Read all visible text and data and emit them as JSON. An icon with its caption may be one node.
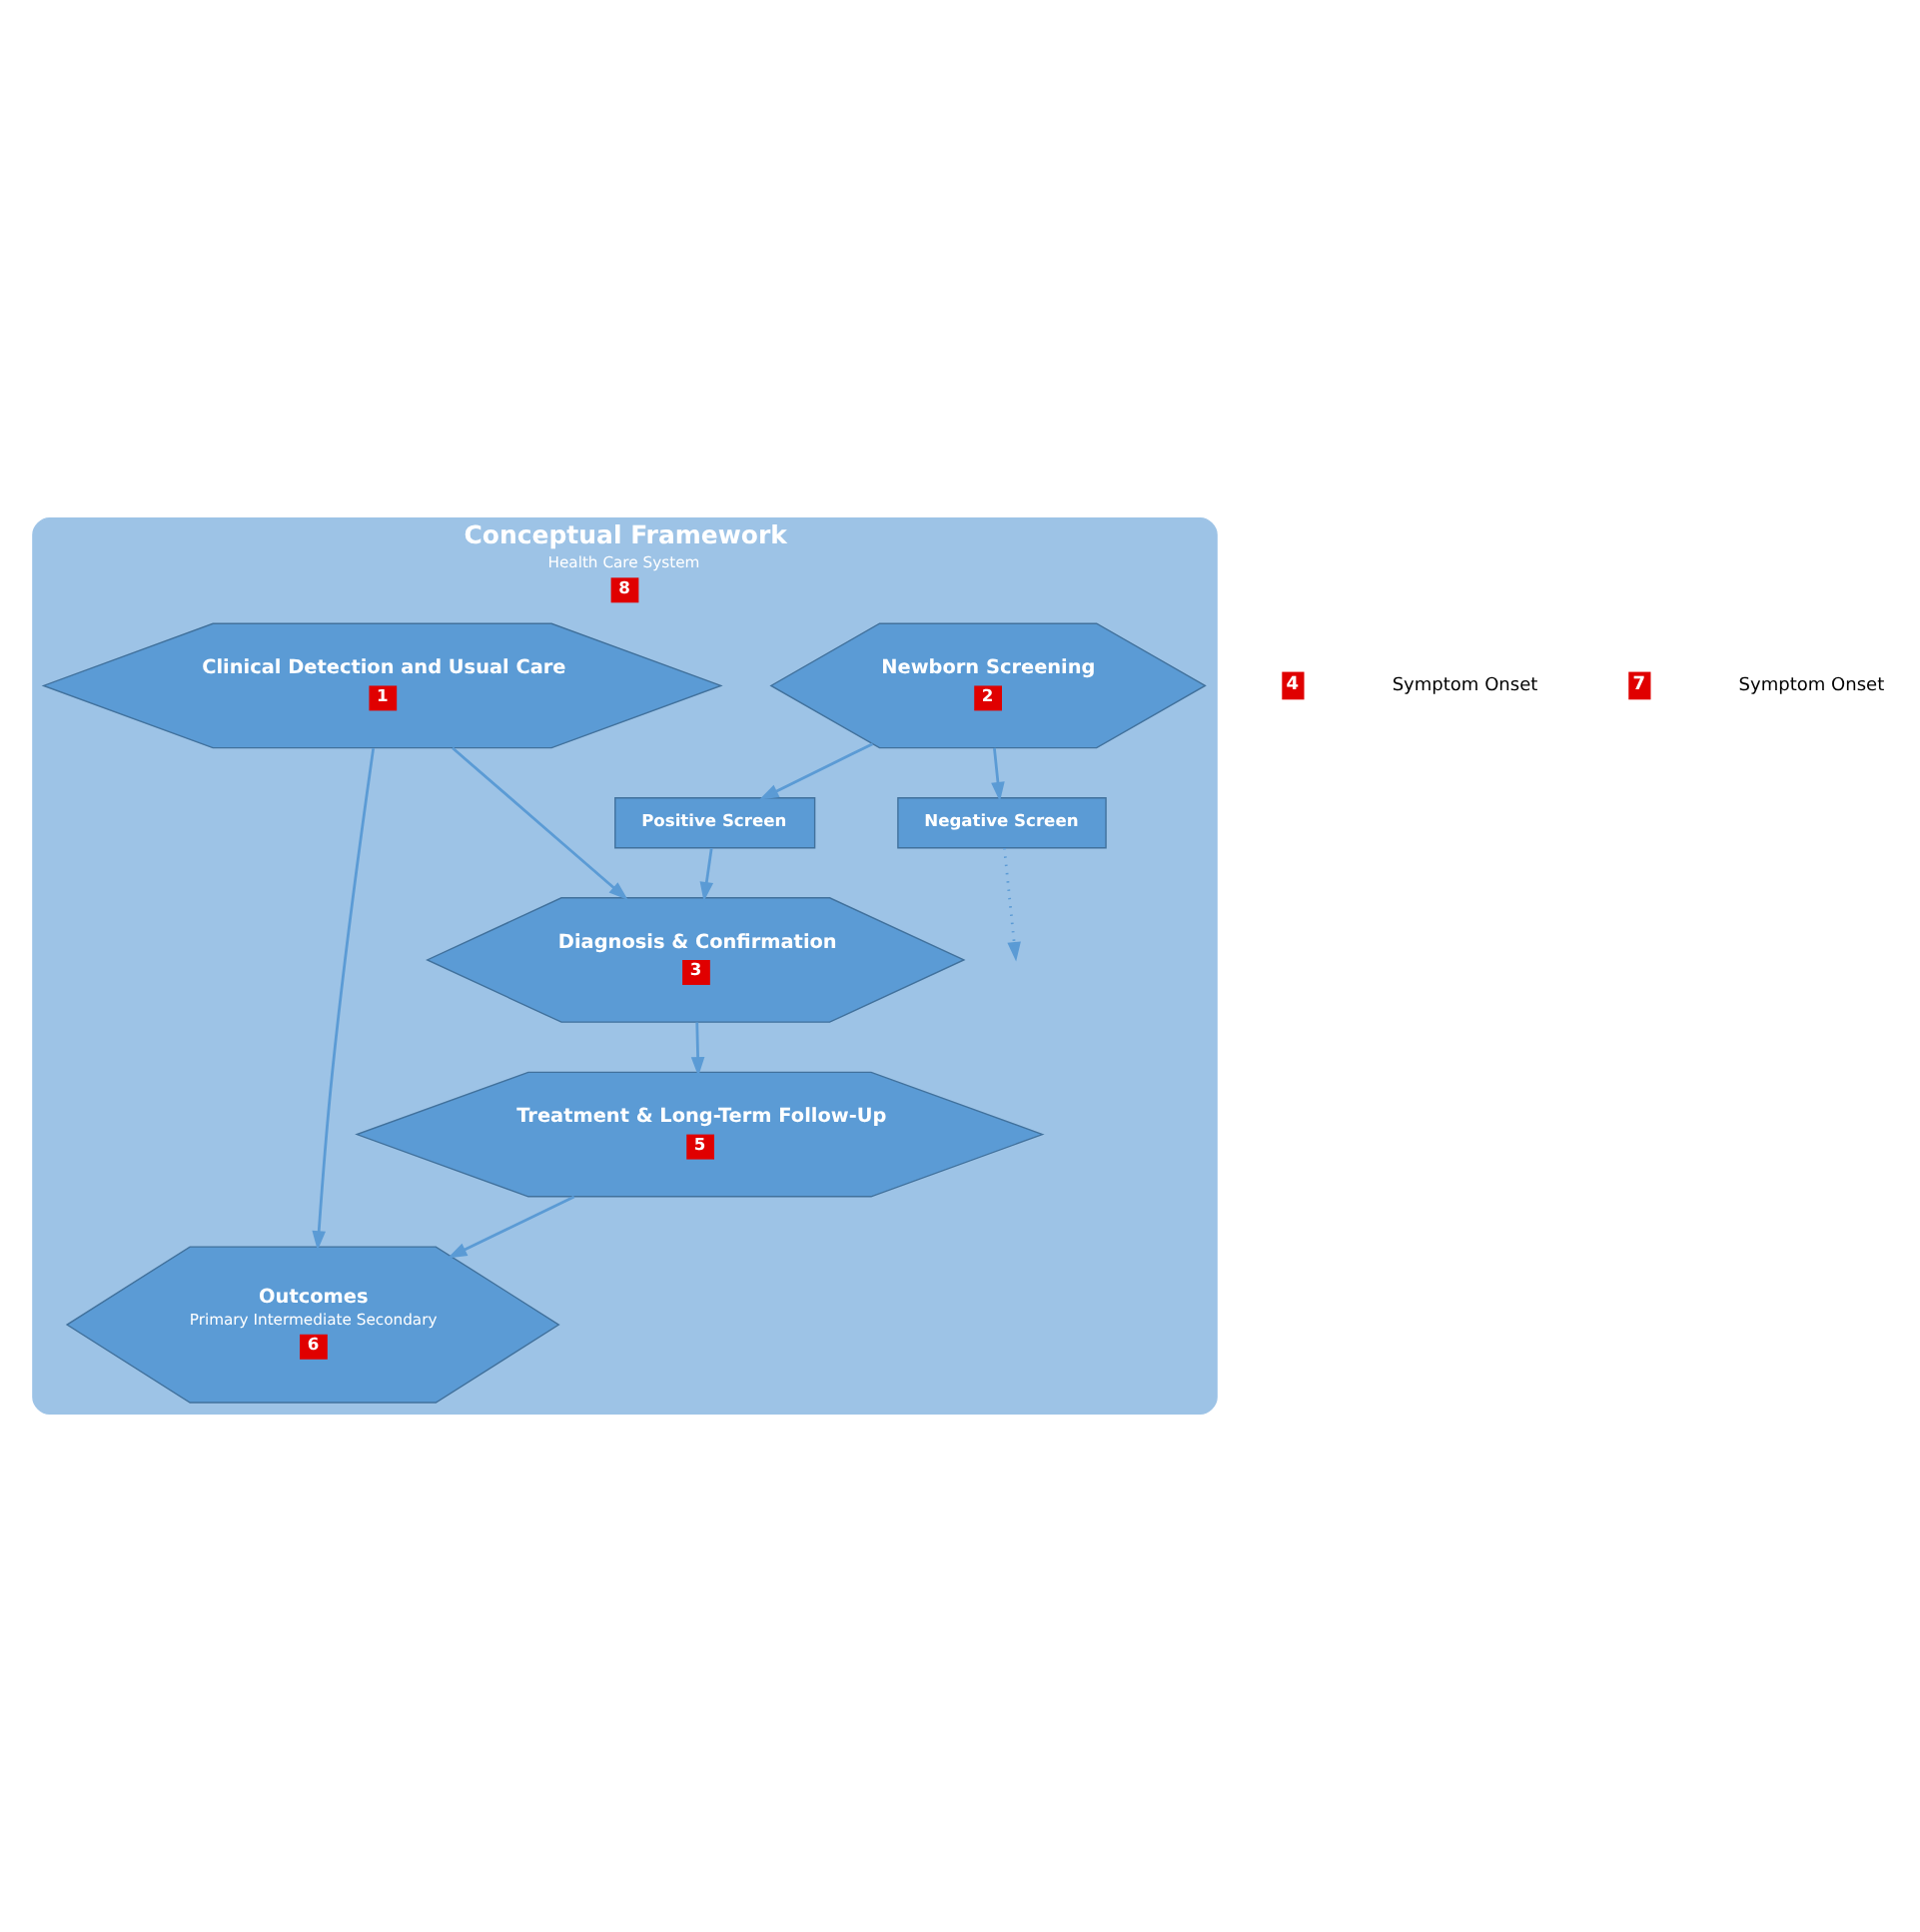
{
  "diagram": {
    "nodes": [
      {
        "text": [
          "Conceptual Framework",
          "Health Care System",
          "8"
        ]
      },
      {
        "text": [
          "Clinical Detection and Usual Care",
          "1"
        ],
        "in": 0
      },
      {
        "text": [
          "Newborn Screening",
          "2"
        ],
        "in": 0
      },
      {
        "text": [
          "Negative Screen"
        ],
        "in": 0
      },
      {
        "text": [
          "Positive Screen"
        ],
        "in": 0
      },
      {
        "text": [
          "Diagnosis & Confirmation",
          "3"
        ],
        "in": 0
      },
      {
        "text": [
          "Treatment & Long-Term Follow-Up",
          "5"
        ],
        "in": 0
      },
      {
        "text": [
          "Outcomes",
          "Primary Intermediate Secondary",
          "6"
        ],
        "in": 0
      }
    ],
    "edges": [
      {
        "from": 2,
        "to": 3,
        "arrow": "to"
      },
      {
        "from": 2,
        "to": 4,
        "arrow": "to"
      },
      {
        "from": 3,
        "to": null,
        "arrow": "to",
        "style": "dashed"
      },
      {
        "from": 1,
        "to": 5,
        "arrow": "to"
      },
      {
        "from": 1,
        "to": 7,
        "arrow": "to"
      },
      {
        "from": 4,
        "to": 5,
        "arrow": "to"
      },
      {
        "from": 5,
        "to": 6,
        "arrow": "to"
      },
      {
        "from": 6,
        "to": 7,
        "arrow": "to"
      }
    ],
    "labels": [
      "4",
      "Symptom Onset",
      "7",
      "Symptom Onset"
    ]
  }
}
